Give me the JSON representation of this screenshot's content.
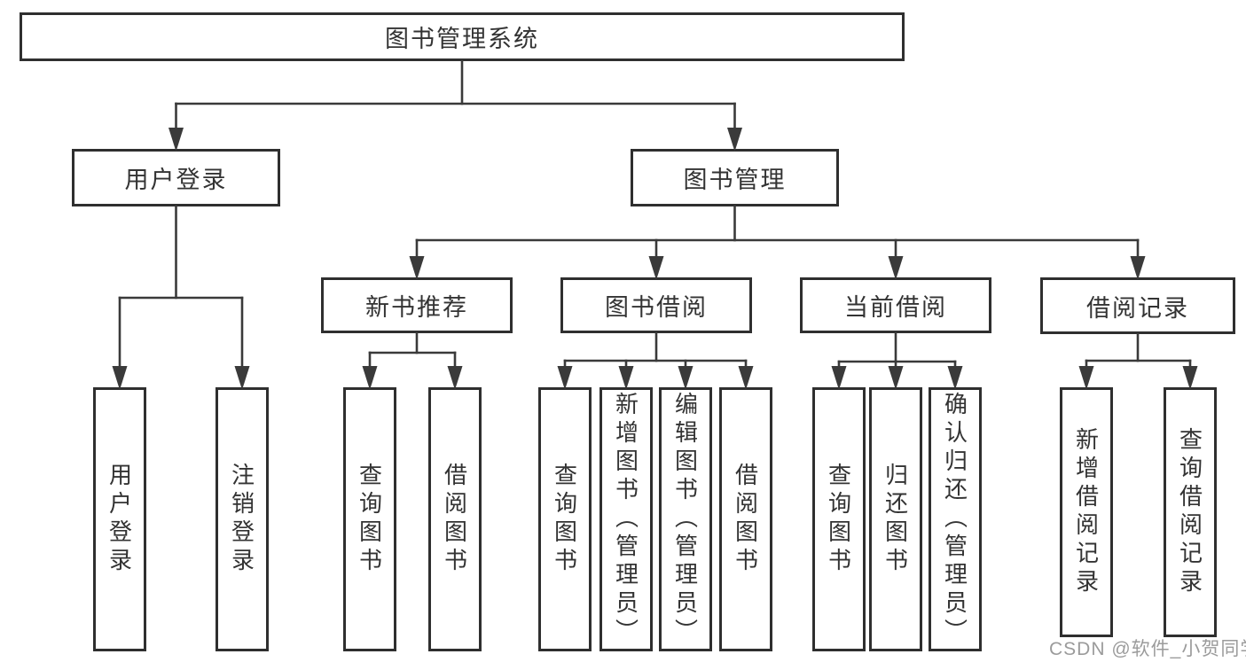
{
  "diagram": {
    "title": "图书管理系统",
    "watermark": "CSDN @软件_小贺同学",
    "colors": {
      "line": "#3a3a3a",
      "box_border": "#2f2f2f",
      "text": "#333333",
      "watermark": "#9b9b9b",
      "background": "#ffffff"
    },
    "nodes": {
      "root": {
        "label": "图书管理系统",
        "parent": null
      },
      "user-login": {
        "label": "用户登录",
        "parent": "root"
      },
      "book-mgmt": {
        "label": "图书管理",
        "parent": "root"
      },
      "new-book-rec": {
        "label": "新书推荐",
        "parent": "book-mgmt"
      },
      "book-borrow": {
        "label": "图书借阅",
        "parent": "book-mgmt"
      },
      "current-borrow": {
        "label": "当前借阅",
        "parent": "book-mgmt"
      },
      "borrow-record": {
        "label": "借阅记录",
        "parent": "book-mgmt"
      },
      "user-login-leaf": {
        "label": "用户登录",
        "parent": "user-login"
      },
      "user-logout-leaf": {
        "label": "注销登录",
        "parent": "user-login"
      },
      "rec-query-book": {
        "label": "查询图书",
        "parent": "new-book-rec"
      },
      "rec-borrow-book": {
        "label": "借阅图书",
        "parent": "new-book-rec"
      },
      "bb-query-book": {
        "label": "查询图书",
        "parent": "book-borrow"
      },
      "bb-add-book": {
        "label": "新增图书（管理员）",
        "parent": "book-borrow"
      },
      "bb-edit-book": {
        "label": "编辑图书（管理员）",
        "parent": "book-borrow"
      },
      "bb-borrow-book": {
        "label": "借阅图书",
        "parent": "book-borrow"
      },
      "cb-query-book": {
        "label": "查询图书",
        "parent": "current-borrow"
      },
      "cb-return-book": {
        "label": "归还图书",
        "parent": "current-borrow"
      },
      "cb-confirm-return": {
        "label": "确认归还（管理员）",
        "parent": "current-borrow"
      },
      "br-add-record": {
        "label": "新增借阅记录",
        "parent": "borrow-record"
      },
      "br-query-record": {
        "label": "查询借阅记录",
        "parent": "borrow-record"
      }
    }
  }
}
